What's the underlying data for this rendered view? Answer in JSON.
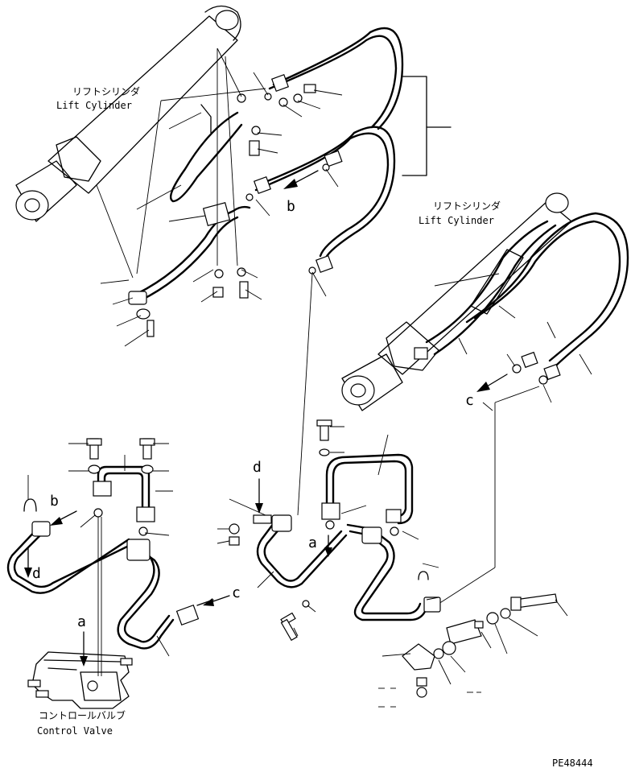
{
  "labels": {
    "lift_cylinder_jp": "リフトシリンダ",
    "lift_cylinder_en": "Lift Cylinder",
    "control_valve_jp": "コントロールバルブ",
    "control_valve_en": "Control Valve",
    "ref_a": "a",
    "ref_b": "b",
    "ref_c": "c",
    "ref_d": "d",
    "drawing_code": "PE48444"
  }
}
